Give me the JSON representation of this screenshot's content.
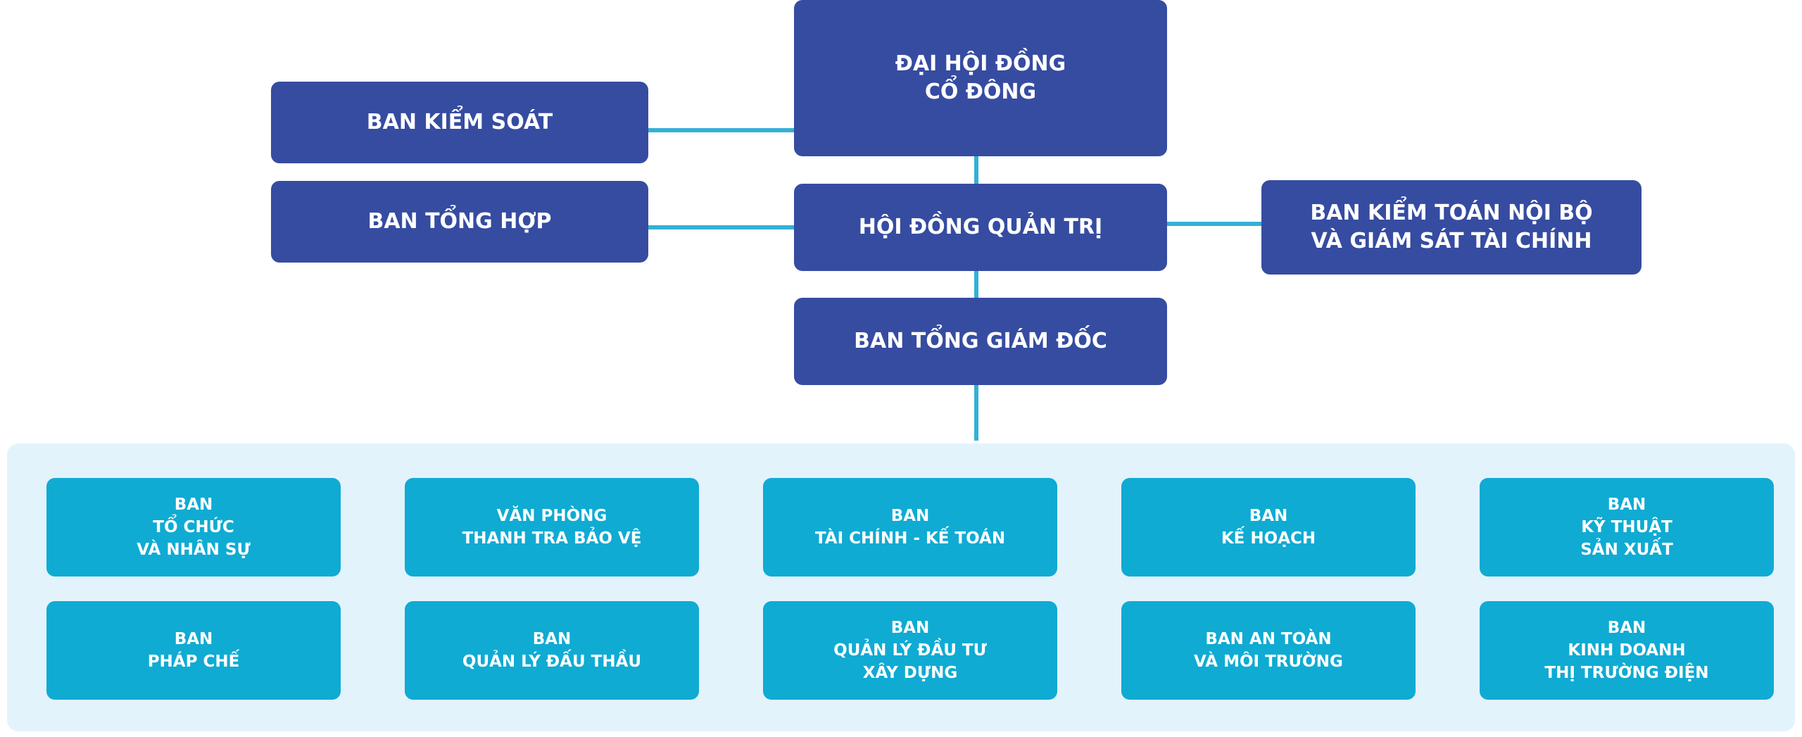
{
  "colors": {
    "top_box": "#364ca1",
    "department_box": "#0fabd3",
    "connector": "#33b0d6",
    "panel_background": "#e3f3fc",
    "text": "#ffffff"
  },
  "governance": {
    "general_meeting": "ĐẠI HỘI ĐỒNG\nCỔ ĐÔNG",
    "supervisory_board": "BAN KIỂM SOÁT",
    "general_affairs": "BAN TỔNG HỢP",
    "board_of_directors": "HỘI ĐỒNG QUẢN TRỊ",
    "internal_audit": "BAN KIỂM TOÁN NỘI BỘ\nVÀ GIÁM SÁT TÀI CHÍNH",
    "general_director": "BAN TỔNG GIÁM ĐỐC"
  },
  "departments": [
    "BAN\nTỔ CHỨC\nVÀ NHÂN SỰ",
    "VĂN PHÒNG\nTHANH TRA BẢO VỆ",
    "BAN\nTÀI CHÍNH - KẾ TOÁN",
    "BAN\nKẾ HOẠCH",
    "BAN\nKỸ THUẬT\nSẢN XUẤT",
    "BAN\nPHÁP CHẾ",
    "BAN\nQUẢN LÝ ĐẤU THẦU",
    "BAN\nQUẢN LÝ ĐẦU TƯ\nXÂY DỰNG",
    "BAN AN TOÀN\nVÀ MÔI TRƯỜNG",
    "BAN\nKINH DOANH\nTHỊ TRƯỜNG ĐIỆN"
  ]
}
